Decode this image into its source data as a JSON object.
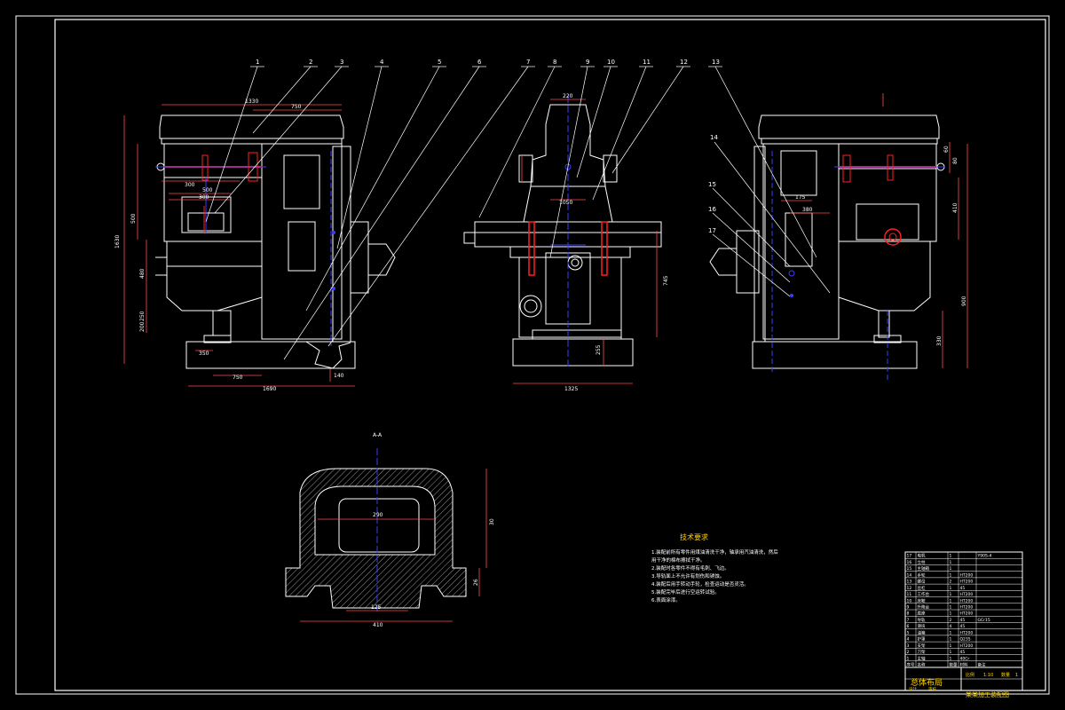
{
  "drawing": {
    "callouts": [
      "1",
      "2",
      "3",
      "4",
      "5",
      "6",
      "7",
      "8",
      "9",
      "10",
      "11",
      "12",
      "13",
      "14",
      "15",
      "16",
      "17"
    ],
    "dimensions": {
      "front_top": "1330",
      "front_750": "750",
      "front_500": "500",
      "front_500b": "500",
      "front_300": "300",
      "front_300b": "300",
      "front_1630": "1630",
      "front_480": "480",
      "front_250": "250",
      "front_750b": "750",
      "front_1690": "1690",
      "front_140": "140",
      "front_200": "200",
      "front_350": "350",
      "side_220": "220",
      "side_1050": "1050",
      "side_1325": "1325",
      "side_745": "745",
      "side_255": "255",
      "right_175": "175",
      "right_380": "380",
      "right_410": "410",
      "right_900": "900",
      "right_330": "330",
      "right_60": "60",
      "right_80": "80",
      "section_290": "290",
      "section_125": "125",
      "section_410": "410",
      "section_30": "30",
      "section_26": "26",
      "section_mark": "A-A"
    },
    "notes": {
      "title": "技术要求",
      "lines": [
        "1.装配前所有零件用煤油清洗干净，轴承用汽油清洗，然后",
        "  用干净的棉布擦拭干净。",
        "2.装配时各零件不得有毛刺、飞边。",
        "3.导轨面上不允许有划伤和锈蚀。",
        "4.装配后用手转动手轮，检查运动是否灵活。",
        "5.装配完毕后进行空运转试验。",
        "6.表面涂漆。"
      ]
    },
    "title_block": {
      "sheet_title": "总体布局",
      "drawing_name": "某某加工装配图",
      "design_label": "设计",
      "check_label": "审核",
      "scale_label": "比例",
      "scale_value": "1:10",
      "quantity_label": "数量",
      "quantity_value": "1",
      "rows": [
        {
          "no": "17",
          "name": "电机",
          "qty": "1",
          "mat": "",
          "note": "Y90S-4"
        },
        {
          "no": "16",
          "name": "立柱",
          "qty": "1",
          "mat": "",
          "note": ""
        },
        {
          "no": "15",
          "name": "主轴箱",
          "qty": "1",
          "mat": "",
          "note": ""
        },
        {
          "no": "14",
          "name": "手轮",
          "qty": "1",
          "mat": "HT200",
          "note": ""
        },
        {
          "no": "13",
          "name": "螺母",
          "qty": "2",
          "mat": "HT200",
          "note": ""
        },
        {
          "no": "12",
          "name": "丝杠",
          "qty": "1",
          "mat": "45",
          "note": ""
        },
        {
          "no": "11",
          "name": "工作台",
          "qty": "1",
          "mat": "HT200",
          "note": ""
        },
        {
          "no": "10",
          "name": "床鞍",
          "qty": "1",
          "mat": "HT200",
          "note": ""
        },
        {
          "no": "9",
          "name": "升降台",
          "qty": "1",
          "mat": "HT200",
          "note": ""
        },
        {
          "no": "8",
          "name": "底座",
          "qty": "1",
          "mat": "HT200",
          "note": ""
        },
        {
          "no": "7",
          "name": "导轨",
          "qty": "2",
          "mat": "45",
          "note": "GCr15"
        },
        {
          "no": "6",
          "name": "滑块",
          "qty": "4",
          "mat": "45",
          "note": ""
        },
        {
          "no": "5",
          "name": "油箱",
          "qty": "1",
          "mat": "HT200",
          "note": ""
        },
        {
          "no": "4",
          "name": "护罩",
          "qty": "1",
          "mat": "Q235",
          "note": ""
        },
        {
          "no": "3",
          "name": "支架",
          "qty": "1",
          "mat": "HT200",
          "note": ""
        },
        {
          "no": "2",
          "name": "刀架",
          "qty": "1",
          "mat": "45",
          "note": ""
        },
        {
          "no": "1",
          "name": "主轴",
          "qty": "1",
          "mat": "40Cr",
          "note": ""
        }
      ],
      "header": {
        "no": "序号",
        "name": "名称",
        "qty": "数量",
        "mat": "材料",
        "note": "备注"
      }
    },
    "colors": {
      "line": "#ffffff",
      "dimension": "#ff4d4d",
      "center": "#3b3bff",
      "accent_red": "#ff2020",
      "title_yellow": "#ffd400"
    }
  }
}
